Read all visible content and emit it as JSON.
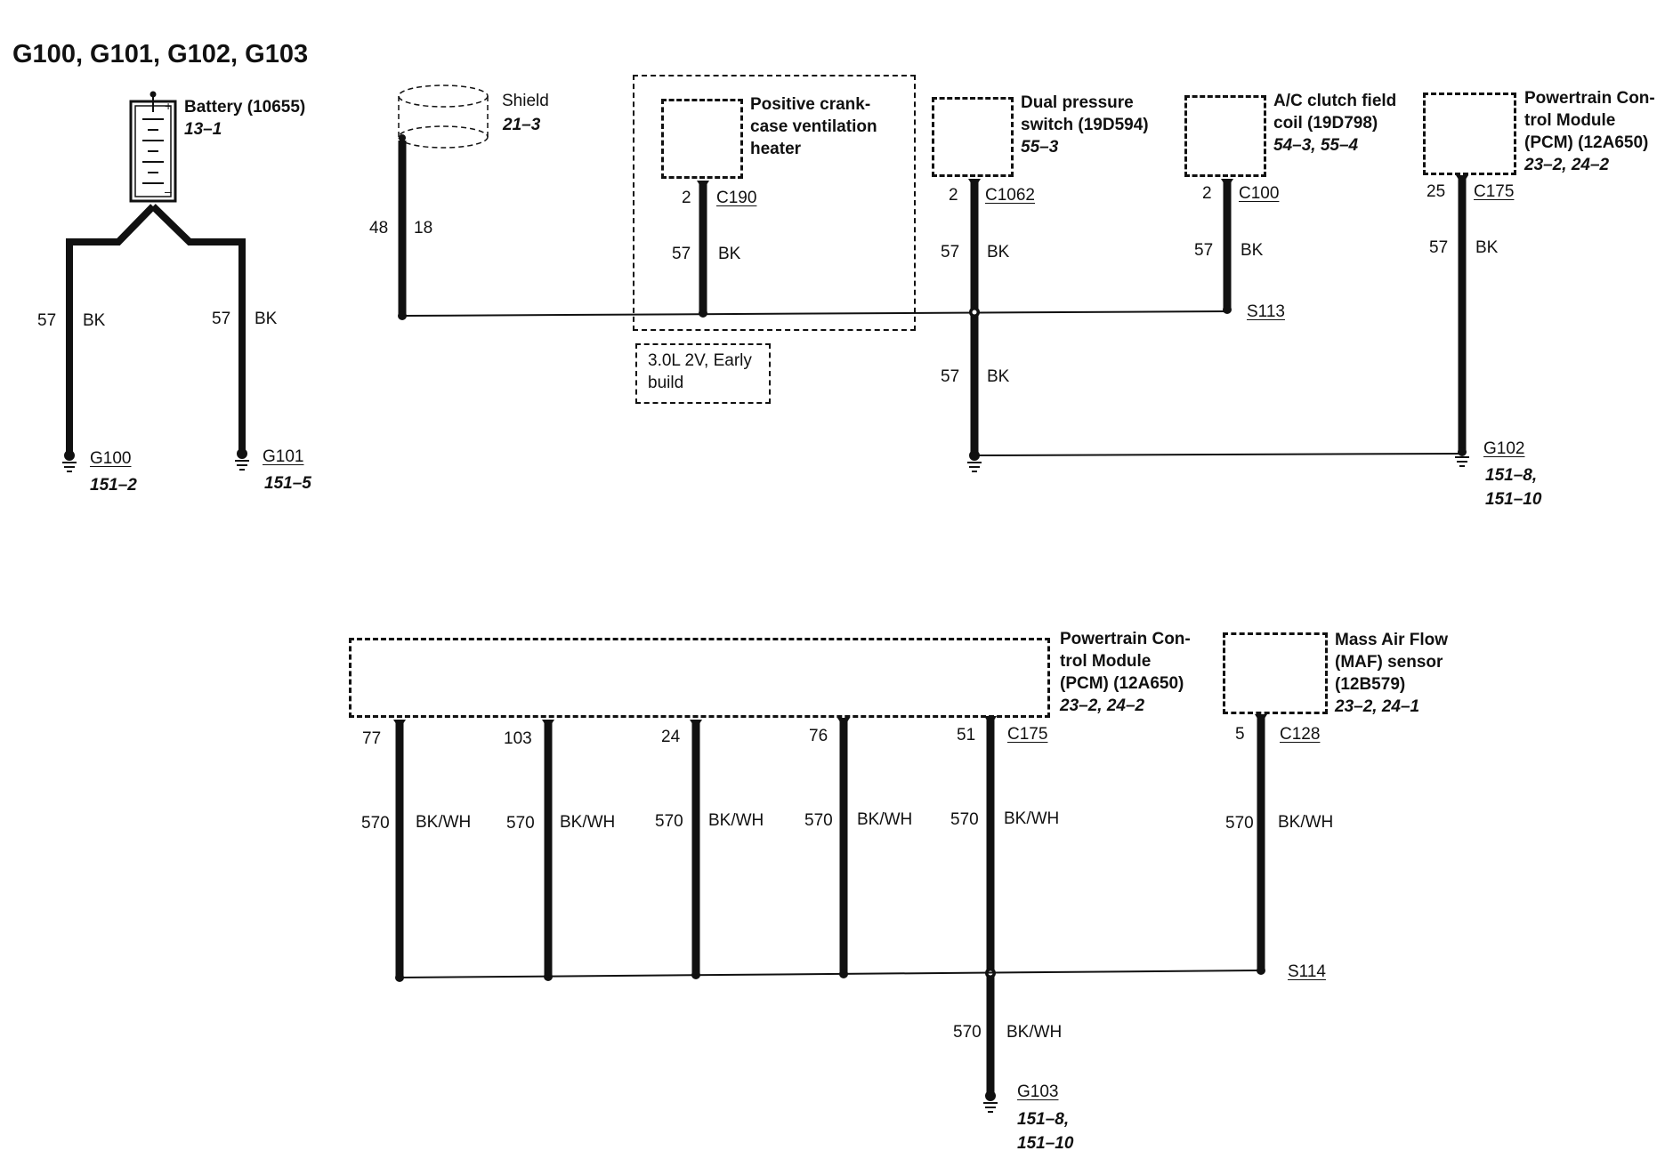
{
  "title": "G100, G101, G102, G103",
  "battery": {
    "name": "Battery (10655)",
    "ref": "13–1"
  },
  "shield": {
    "name": "Shield",
    "ref": "21–3",
    "pin_left": "48",
    "pin_right": "18"
  },
  "pcv_heater": {
    "name_l1": "Positive crank-",
    "name_l2": "case ventilation",
    "name_l3": "heater",
    "pin": "2",
    "connector": "C190",
    "circuit": "57",
    "color": "BK",
    "note_l1": "3.0L 2V, Early",
    "note_l2": "build"
  },
  "dual_pressure": {
    "name_l1": "Dual pressure",
    "name_l2": "switch (19D594)",
    "ref": "55–3",
    "pin": "2",
    "connector": "C1062",
    "circuit": "57",
    "color": "BK",
    "lower_circuit": "57",
    "lower_color": "BK"
  },
  "ac_clutch": {
    "name_l1": "A/C clutch field",
    "name_l2": "coil (19D798)",
    "ref": "54–3, 55–4",
    "pin": "2",
    "connector": "C100",
    "circuit": "57",
    "color": "BK",
    "splice": "S113"
  },
  "pcm_top": {
    "name_l1": "Powertrain Con-",
    "name_l2": "trol Module",
    "name_l3": "(PCM) (12A650)",
    "ref": "23–2, 24–2",
    "pin": "25",
    "connector": "C175",
    "circuit": "57",
    "color": "BK"
  },
  "g100": {
    "label": "G100",
    "ref": "151–2",
    "circuit": "57",
    "color": "BK"
  },
  "g101": {
    "label": "G101",
    "ref": "151–5",
    "circuit": "57",
    "color": "BK"
  },
  "g102": {
    "label": "G102",
    "ref_l1": "151–8,",
    "ref_l2": "151–10"
  },
  "pcm_bottom": {
    "name_l1": "Powertrain Con-",
    "name_l2": "trol Module",
    "name_l3": "(PCM) (12A650)",
    "ref": "23–2, 24–2",
    "connector": "C175",
    "pins": [
      "77",
      "103",
      "24",
      "76",
      "51"
    ],
    "circuit": "570",
    "color": "BK/WH"
  },
  "maf": {
    "name_l1": "Mass Air Flow",
    "name_l2": "(MAF) sensor",
    "name_l3": "(12B579)",
    "ref": "23–2, 24–1",
    "pin": "5",
    "connector": "C128",
    "circuit": "570",
    "color": "BK/WH"
  },
  "s114": {
    "label": "S114",
    "circuit": "570",
    "color": "BK/WH"
  },
  "g103": {
    "label": "G103",
    "ref_l1": "151–8,",
    "ref_l2": "151–10"
  }
}
